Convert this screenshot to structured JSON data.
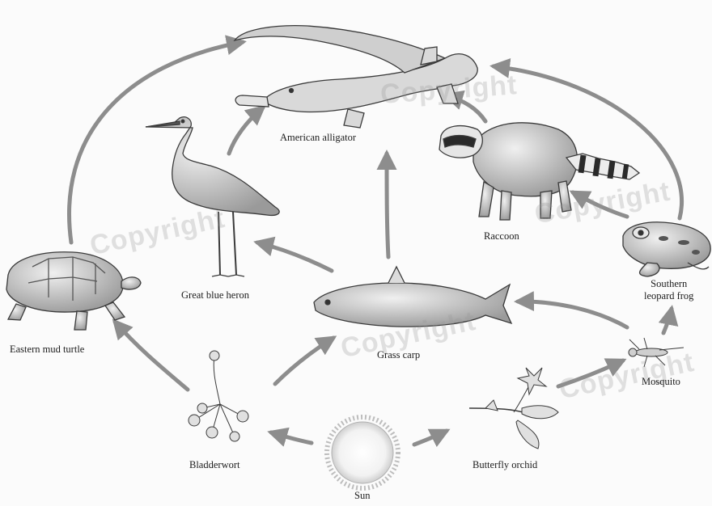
{
  "organisms": {
    "american_alligator": "American alligator",
    "raccoon": "Raccoon",
    "southern_leopard_frog_line1": "Southern",
    "southern_leopard_frog_line2": "leopard frog",
    "great_blue_heron": "Great blue heron",
    "eastern_mud_turtle": "Eastern mud turtle",
    "grass_carp": "Grass carp",
    "mosquito": "Mosquito",
    "bladderwort": "Bladderwort",
    "butterfly_orchid": "Butterfly orchid",
    "sun": "Sun"
  },
  "watermark": "Copyright",
  "colors": {
    "arrow": "#8d8d8d",
    "ink": "#3a3a3a",
    "fill": "#d6d6d6"
  }
}
